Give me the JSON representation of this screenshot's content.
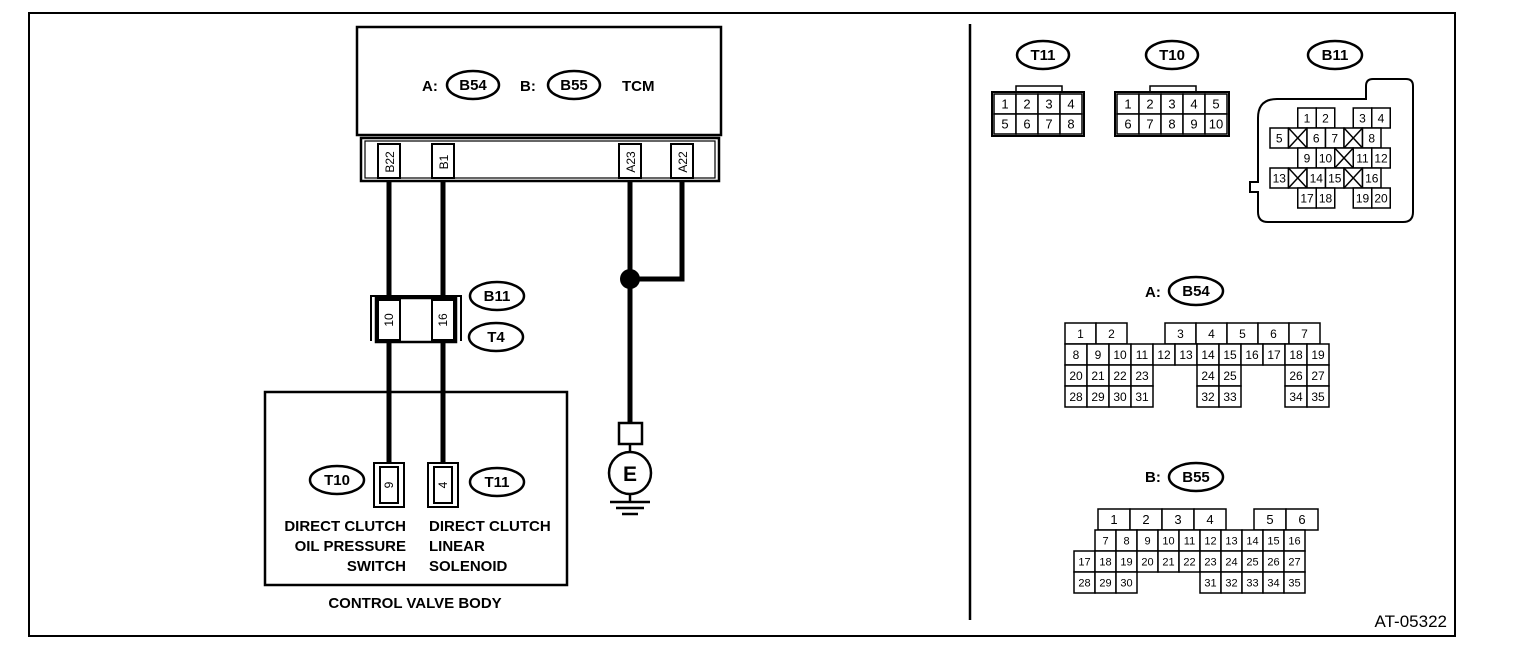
{
  "tcm": {
    "a_prefix": "A:",
    "b_prefix": "B:",
    "connector_a": "B54",
    "connector_b": "B55",
    "label": "TCM",
    "terminals": [
      "B22",
      "B1",
      "A23",
      "A22"
    ]
  },
  "harness_connector": {
    "id_top": "B11",
    "id_bottom": "T4",
    "pins": [
      "10",
      "16"
    ]
  },
  "ground_label": "E",
  "control_valve_body": {
    "label": "CONTROL VALVE BODY",
    "switch": {
      "connector": "T10",
      "pin": "9",
      "line1": "DIRECT CLUTCH",
      "line2": "OIL PRESSURE",
      "line3": "SWITCH"
    },
    "solenoid": {
      "connector": "T11",
      "pin": "4",
      "line1": "DIRECT CLUTCH",
      "line2": "LINEAR",
      "line3": "SOLENOID"
    }
  },
  "connector_views": {
    "t11": {
      "label": "T11",
      "rows": [
        [
          "1",
          "2",
          "3",
          "4"
        ],
        [
          "5",
          "6",
          "7",
          "8"
        ]
      ]
    },
    "t10": {
      "label": "T10",
      "rows": [
        [
          "1",
          "2",
          "3",
          "4",
          "5"
        ],
        [
          "6",
          "7",
          "8",
          "9",
          "10"
        ]
      ]
    },
    "b11": {
      "label": "B11",
      "rows": [
        [
          "1",
          "2",
          "",
          "3",
          "4"
        ],
        [
          "5",
          "x",
          "6",
          "7",
          "x",
          "8"
        ],
        [
          "9",
          "10",
          "x",
          "11",
          "12"
        ],
        [
          "13",
          "x",
          "14",
          "15",
          "x",
          "16"
        ],
        [
          "17",
          "18",
          "",
          "19",
          "20"
        ]
      ]
    },
    "b54": {
      "prefix": "A:",
      "label": "B54",
      "rows": [
        [
          "1",
          "2",
          "",
          "3",
          "4",
          "5",
          "6",
          "7"
        ],
        [
          "8",
          "9",
          "10",
          "11",
          "12",
          "13",
          "14",
          "15",
          "16",
          "17",
          "18",
          "19"
        ],
        [
          "20",
          "21",
          "22",
          "23",
          "24",
          "25",
          "26",
          "27"
        ],
        [
          "28",
          "29",
          "30",
          "31",
          "32",
          "33",
          "34",
          "35"
        ]
      ]
    },
    "b55": {
      "prefix": "B:",
      "label": "B55",
      "rows": [
        [
          "1",
          "2",
          "3",
          "4",
          "5",
          "6"
        ],
        [
          "7",
          "8",
          "9",
          "10",
          "11",
          "12",
          "13",
          "14",
          "15",
          "16"
        ],
        [
          "17",
          "18",
          "19",
          "20",
          "21",
          "22",
          "23",
          "24",
          "25",
          "26",
          "27"
        ],
        [
          "28",
          "29",
          "30",
          "31",
          "32",
          "33",
          "34",
          "35"
        ]
      ]
    }
  },
  "figure_id": "AT-05322"
}
